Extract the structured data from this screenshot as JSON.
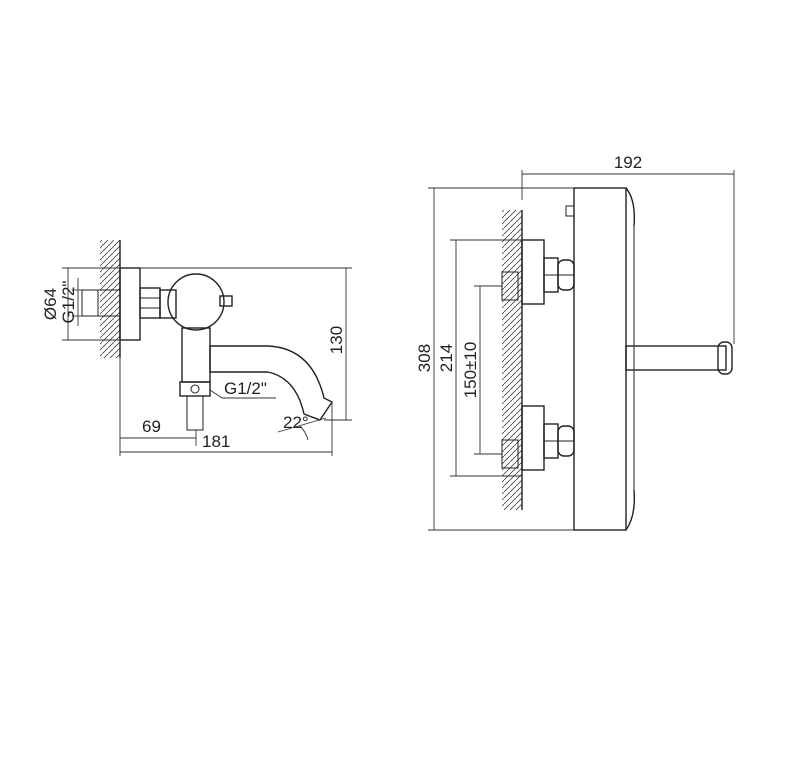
{
  "side_view": {
    "diameter_label": "Ø64",
    "inlet_thread_label": "G1/2\"",
    "height_label": "130",
    "outlet_thread_label": "G1/2\"",
    "angle_label": "22°",
    "projection_label": "69",
    "depth_label": "181"
  },
  "front_view": {
    "width_label": "192",
    "height_label": "308",
    "inner_height_label": "214",
    "centers_label": "150±10"
  }
}
